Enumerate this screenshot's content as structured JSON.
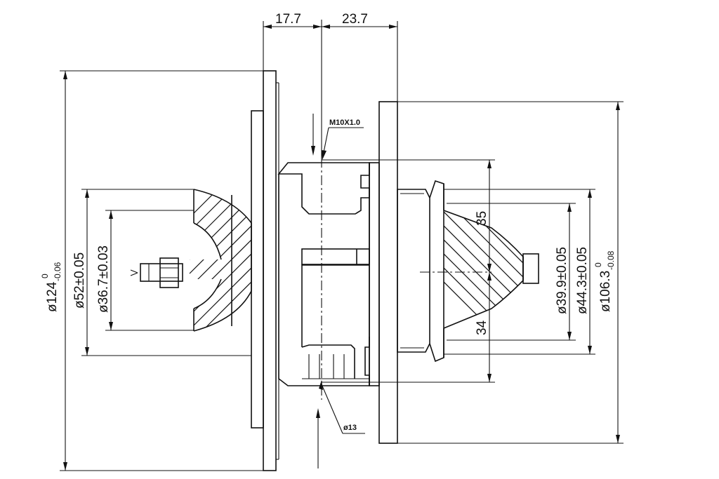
{
  "dimensions": {
    "top_left": "17.7",
    "top_right": "23.7",
    "thread": "M10X1.0",
    "bore": "ø13",
    "upper_offset": "35",
    "lower_offset": "34",
    "left_outer_main": "ø124",
    "left_outer_tol_upper": "0",
    "left_outer_tol_lower": "-0.06",
    "left_wheel": "ø52±0.05",
    "left_inner": "ø36.7±0.03",
    "right_inner": "ø39.9±0.05",
    "right_wheel": "ø44.3±0.05",
    "right_outer_main": "ø106.3",
    "right_outer_tol_upper": "0",
    "right_outer_tol_lower": "-0.08"
  },
  "colors": {
    "line": "#111111",
    "background": "#ffffff"
  }
}
